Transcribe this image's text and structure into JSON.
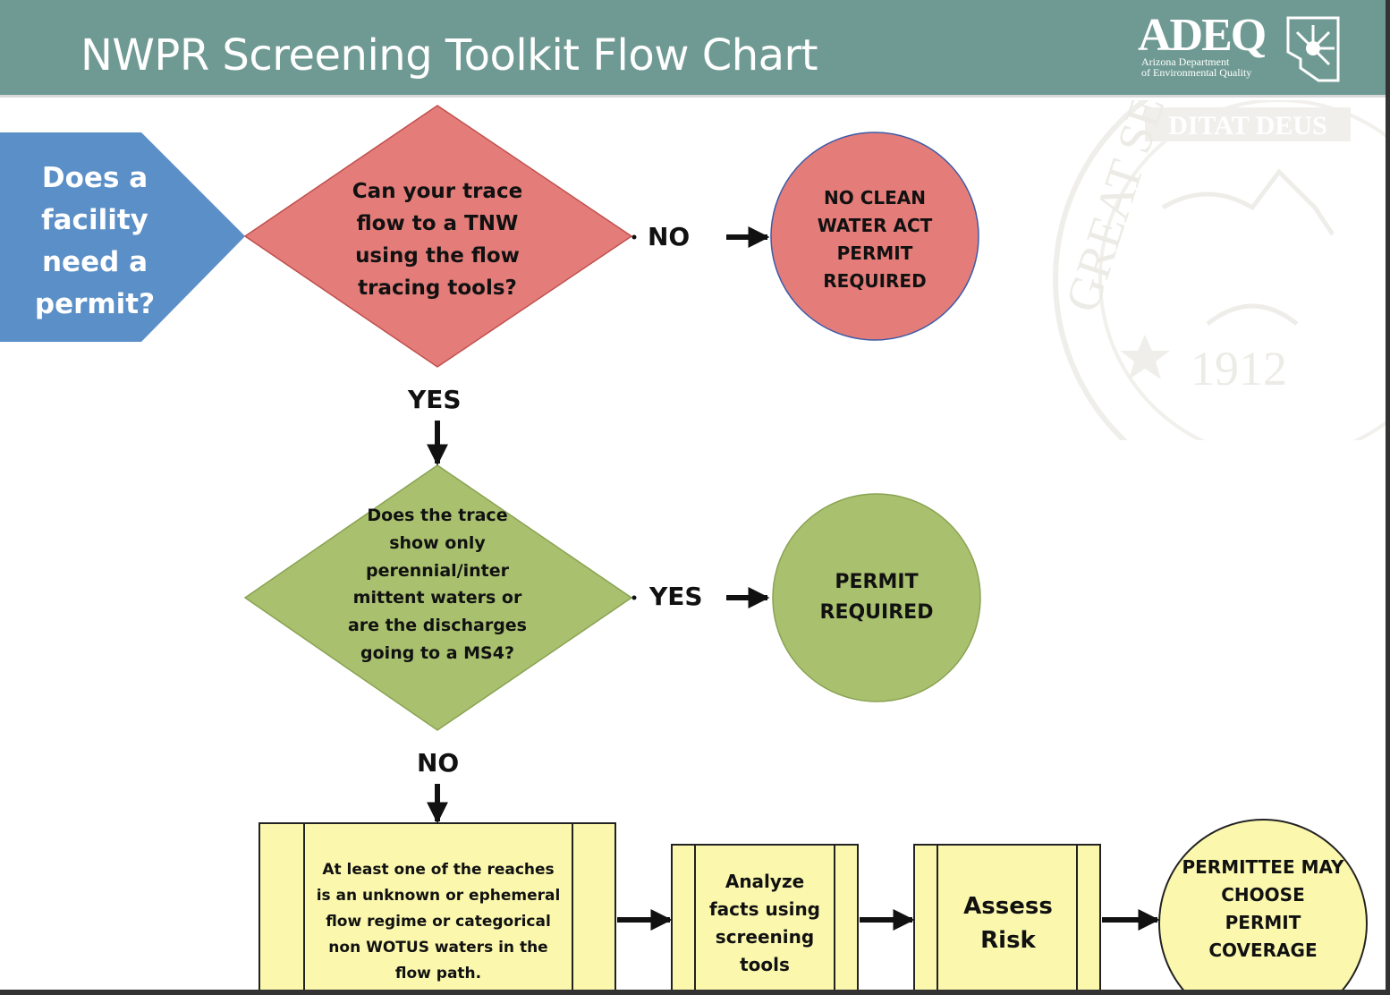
{
  "header": {
    "title": "NWPR Screening Toolkit Flow Chart",
    "logo_text": "ADEQ",
    "logo_sub1": "Arizona Department",
    "logo_sub2": "of Environmental Quality",
    "background_color": "#6f9a93"
  },
  "seal": {
    "motto": "DITAT DEUS",
    "text_left": "GREAT SE",
    "year": "1912"
  },
  "nodes": {
    "start": {
      "text": "Does a facility need a permit?",
      "color": "#5b8fc7"
    },
    "decision1": {
      "text": "Can your trace flow to a TNW using the flow tracing tools?",
      "color": "#e47d7a"
    },
    "result_no_permit": {
      "text": "NO CLEAN WATER ACT PERMIT REQUIRED",
      "color": "#e47d7a"
    },
    "decision2": {
      "text": "Does the trace show only perennial/inter mittent waters or are the discharges going to a MS4?",
      "color": "#a9c16f"
    },
    "result_permit": {
      "text": "PERMIT REQUIRED",
      "color": "#a9c16f"
    },
    "process_unknown": {
      "text": "At least one of the reaches is an unknown or ephemeral flow regime or categorical non WOTUS waters in the flow path.",
      "color": "#fbf8ae"
    },
    "process_analyze": {
      "text": "Analyze facts using screening tools",
      "color": "#fbf8ae"
    },
    "process_assess": {
      "text": "Assess Risk",
      "color": "#fbf8ae"
    },
    "result_choose": {
      "text": "PERMITTEE MAY CHOOSE PERMIT COVERAGE",
      "color": "#fbf8ae"
    }
  },
  "edges": {
    "d1_no": "NO",
    "d1_yes": "YES",
    "d2_yes": "YES",
    "d2_no": "NO"
  }
}
